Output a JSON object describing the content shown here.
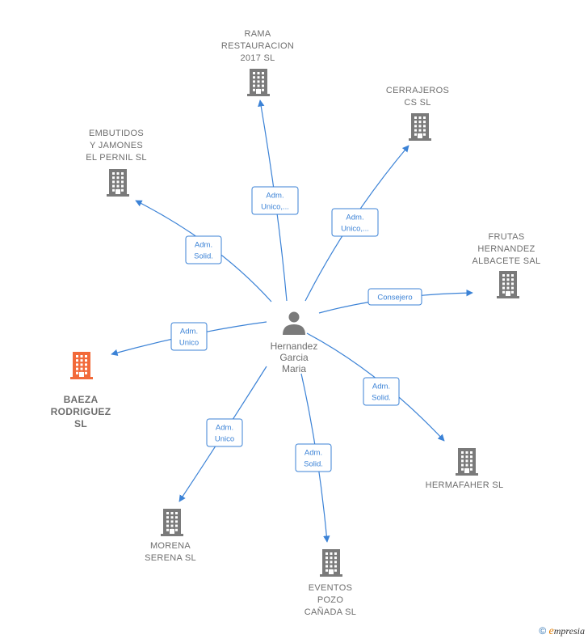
{
  "person": {
    "name_lines": [
      "Hernandez",
      "Garcia",
      "Maria"
    ]
  },
  "colors": {
    "edge": "#3b82d6",
    "building": "#7a7a7a",
    "highlight": "#f26a3a"
  },
  "companies": [
    {
      "id": "rama",
      "lines": [
        "RAMA",
        "RESTAURACION",
        "2017  SL"
      ],
      "highlight": false
    },
    {
      "id": "cerrajeros",
      "lines": [
        "CERRAJEROS",
        "CS  SL"
      ],
      "highlight": false
    },
    {
      "id": "embutidos",
      "lines": [
        "EMBUTIDOS",
        "Y JAMONES",
        "EL PERNIL SL"
      ],
      "highlight": false
    },
    {
      "id": "frutas",
      "lines": [
        "FRUTAS",
        "HERNANDEZ",
        "ALBACETE SAL"
      ],
      "highlight": false
    },
    {
      "id": "baeza",
      "lines": [
        "BAEZA",
        "RODRIGUEZ",
        "SL"
      ],
      "highlight": true
    },
    {
      "id": "hermafaher",
      "lines": [
        "HERMAFAHER SL"
      ],
      "highlight": false
    },
    {
      "id": "morena",
      "lines": [
        "MORENA",
        "SERENA SL"
      ],
      "highlight": false
    },
    {
      "id": "eventos",
      "lines": [
        "EVENTOS",
        "POZO",
        "CAÑADA  SL"
      ],
      "highlight": false
    }
  ],
  "relations": [
    {
      "target": "rama",
      "lines": [
        "Adm.",
        "Unico,..."
      ]
    },
    {
      "target": "cerrajeros",
      "lines": [
        "Adm.",
        "Unico,..."
      ]
    },
    {
      "target": "embutidos",
      "lines": [
        "Adm.",
        "Solid."
      ]
    },
    {
      "target": "frutas",
      "lines": [
        "Consejero"
      ]
    },
    {
      "target": "baeza",
      "lines": [
        "Adm.",
        "Unico"
      ]
    },
    {
      "target": "hermafaher",
      "lines": [
        "Adm.",
        "Solid."
      ]
    },
    {
      "target": "morena",
      "lines": [
        "Adm.",
        "Unico"
      ]
    },
    {
      "target": "eventos",
      "lines": [
        "Adm.",
        "Solid."
      ]
    }
  ],
  "footer": {
    "copyright": "©",
    "brand_initial": "e",
    "brand_rest": "mpresia"
  }
}
